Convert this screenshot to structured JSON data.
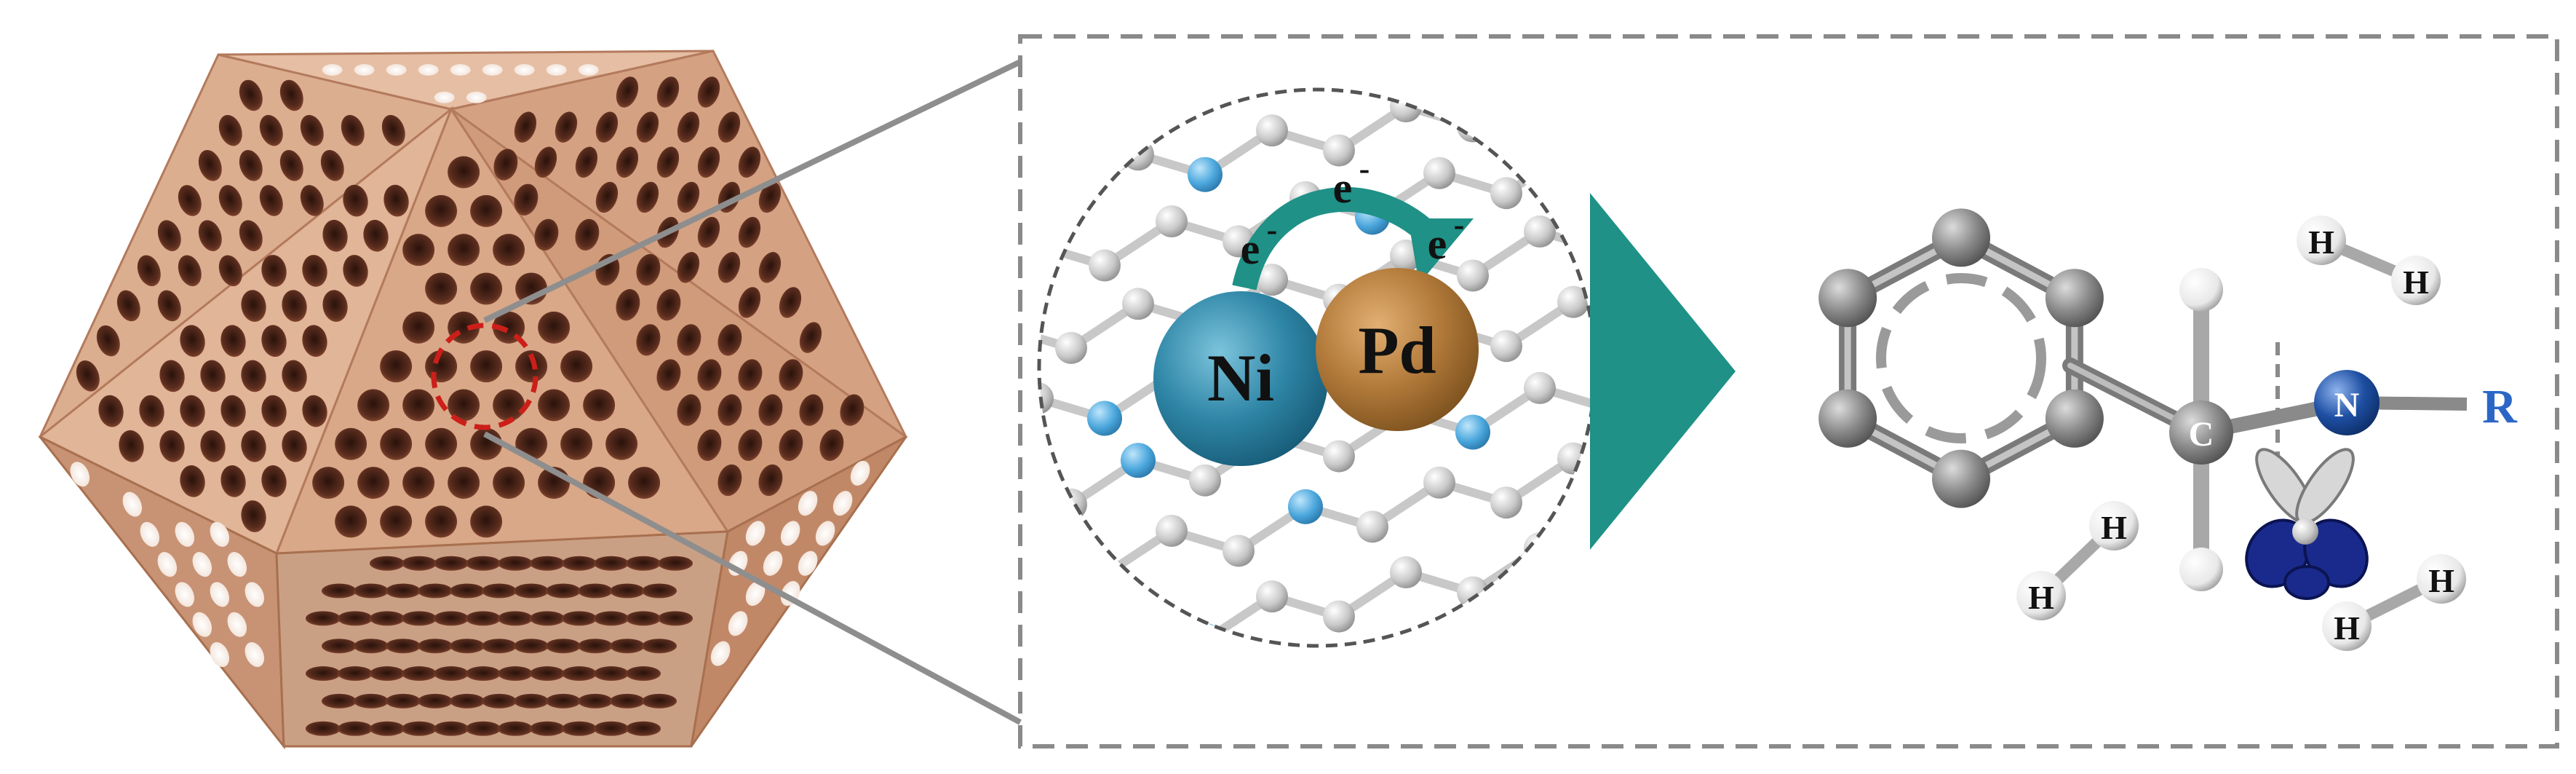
{
  "labels": {
    "ni": "Ni",
    "pd": "Pd",
    "electron": "e",
    "electron_sup": "-",
    "carbon": "C",
    "nitrogen": "N",
    "r_group": "R",
    "hydrogen": "H"
  },
  "colors": {
    "cage": "#d9a888",
    "cage_shade": "#c78f70",
    "cage_dark": "#b47a5d",
    "hole": "#4a2418",
    "hole_rim": "#8b4a33",
    "highlight_ring": "#cc1f1a",
    "ni": "#2f86a6",
    "pd": "#b27a3a",
    "arrow_teal": "#1f9187",
    "carbon_gray": "#8a8a8a",
    "nitrogen_blue": "#1e4fa3",
    "graphene_gray": "#c8c8c8",
    "n_dopant": "#4aa6dc",
    "frame": "#8a8a8a"
  }
}
